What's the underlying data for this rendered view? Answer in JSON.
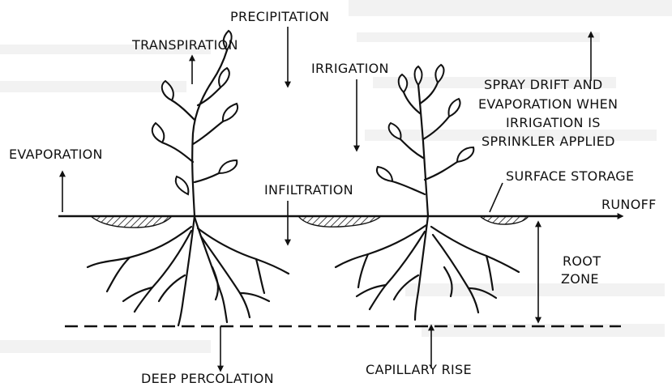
{
  "labels": {
    "precipitation": "PRECIPITATION",
    "transpiration": "TRANSPIRATION",
    "irrigation": "IRRIGATION",
    "spray_line1": "SPRAY DRIFT AND",
    "spray_line2": "EVAPORATION WHEN",
    "spray_line3": "IRRIGATION IS",
    "spray_line4": "SPRINKLER APPLIED",
    "evaporation": "EVAPORATION",
    "surface_storage": "SURFACE STORAGE",
    "infiltration": "INFILTRATION",
    "runoff": "RUNOFF",
    "root_zone_line1": "ROOT",
    "root_zone_line2": "ZONE",
    "deep_percolation": "DEEP PERCOLATION",
    "capillary_rise": "CAPILLARY RISE"
  }
}
